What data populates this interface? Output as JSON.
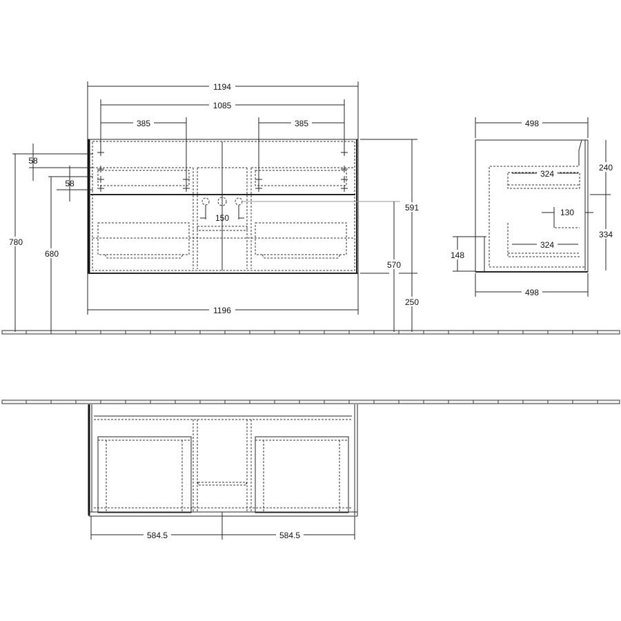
{
  "drawing": {
    "title": "Vanity unit technical drawing",
    "views": [
      "front-elevation",
      "side-elevation",
      "plan-view"
    ]
  },
  "front_view": {
    "overall_width_top": "1194",
    "inner_width": "1085",
    "left_drawer_width": "385",
    "right_drawer_width": "385",
    "top_offset_1": "58",
    "top_offset_2": "58",
    "total_height_from_floor": "780",
    "basin_height_from_floor": "680",
    "siphon_spacing": "150",
    "unit_height": "591",
    "height_570": "570",
    "floor_clearance": "250",
    "overall_width_bottom": "1196"
  },
  "side_view": {
    "depth_top": "498",
    "upper_drawer_height": "240",
    "upper_drawer_depth": "324",
    "siphon_cutout": "130",
    "lower_drawer_height": "334",
    "lower_drawer_depth": "324",
    "plinth_height": "148",
    "depth_bottom": "498"
  },
  "plan_view": {
    "left_half": "584.5",
    "right_half": "584.5"
  }
}
